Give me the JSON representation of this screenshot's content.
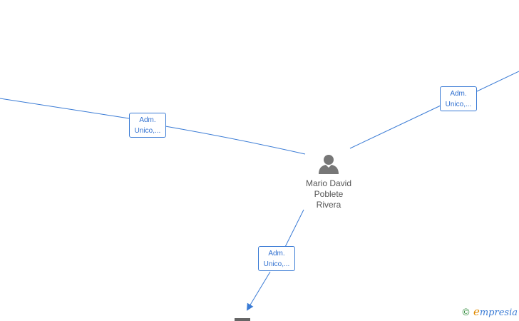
{
  "center_person": {
    "name_line1": "Mario David",
    "name_line2": "Poblete",
    "name_line3": "Rivera",
    "icon": "person-icon"
  },
  "edges": [
    {
      "id": "left",
      "label_line1": "Adm.",
      "label_line2": "Unico,..."
    },
    {
      "id": "right",
      "label_line1": "Adm.",
      "label_line2": "Unico,..."
    },
    {
      "id": "bottom",
      "label_line1": "Adm.",
      "label_line2": "Unico,..."
    }
  ],
  "watermark": {
    "copyright": "©",
    "brand_initial": "e",
    "brand_rest": "mpresia"
  },
  "colors": {
    "edge": "#3a7bd5",
    "label_text": "#2f6fd0",
    "node_text": "#555555",
    "person_icon": "#777777"
  }
}
